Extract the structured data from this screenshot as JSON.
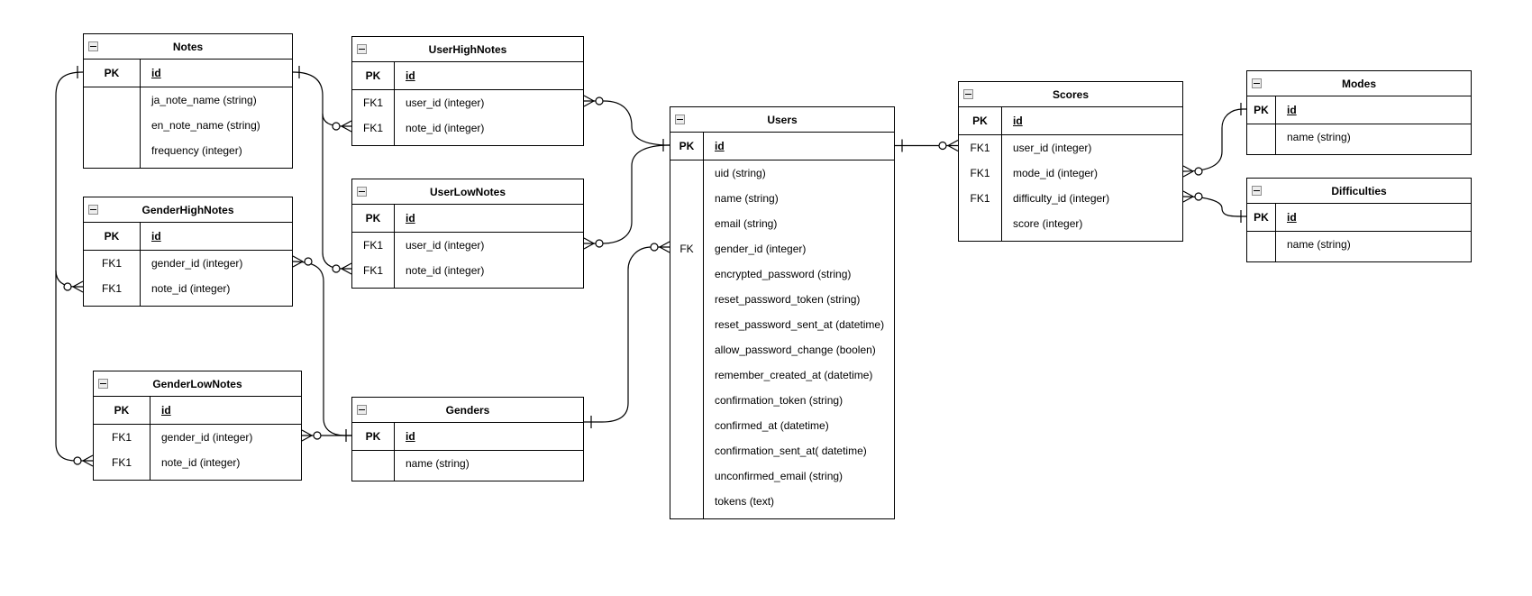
{
  "diagram": {
    "type": "entity-relationship",
    "background_color": "#ffffff",
    "line_color": "#000000",
    "tables": [
      {
        "id": "notes",
        "title": "Notes",
        "rows": [
          {
            "key": "PK",
            "name": "id",
            "is_pk": true
          },
          {
            "key": "",
            "name": "ja_note_name (string)"
          },
          {
            "key": "",
            "name": "en_note_name (string)"
          },
          {
            "key": "",
            "name": "frequency (integer)"
          }
        ]
      },
      {
        "id": "genderhighnotes",
        "title": "GenderHighNotes",
        "rows": [
          {
            "key": "PK",
            "name": "id",
            "is_pk": true
          },
          {
            "key": "FK1",
            "name": "gender_id (integer)"
          },
          {
            "key": "FK1",
            "name": "note_id (integer)"
          }
        ]
      },
      {
        "id": "genderlownotes",
        "title": "GenderLowNotes",
        "rows": [
          {
            "key": "PK",
            "name": "id",
            "is_pk": true
          },
          {
            "key": "FK1",
            "name": "gender_id (integer)"
          },
          {
            "key": "FK1",
            "name": "note_id (integer)"
          }
        ]
      },
      {
        "id": "userhighnotes",
        "title": "UserHighNotes",
        "rows": [
          {
            "key": "PK",
            "name": "id",
            "is_pk": true
          },
          {
            "key": "FK1",
            "name": "user_id (integer)"
          },
          {
            "key": "FK1",
            "name": "note_id (integer)"
          }
        ]
      },
      {
        "id": "userlownotes",
        "title": "UserLowNotes",
        "rows": [
          {
            "key": "PK",
            "name": "id",
            "is_pk": true
          },
          {
            "key": "FK1",
            "name": "user_id (integer)"
          },
          {
            "key": "FK1",
            "name": "note_id (integer)"
          }
        ]
      },
      {
        "id": "genders",
        "title": "Genders",
        "rows": [
          {
            "key": "PK",
            "name": "id",
            "is_pk": true
          },
          {
            "key": "",
            "name": "name (string)"
          }
        ]
      },
      {
        "id": "users",
        "title": "Users",
        "rows": [
          {
            "key": "PK",
            "name": "id",
            "is_pk": true
          },
          {
            "key": "",
            "name": "uid (string)"
          },
          {
            "key": "",
            "name": "name (string)"
          },
          {
            "key": "",
            "name": "email (string)"
          },
          {
            "key": "FK",
            "name": "gender_id (integer)"
          },
          {
            "key": "",
            "name": "encrypted_password (string)"
          },
          {
            "key": "",
            "name": "reset_password_token (string)"
          },
          {
            "key": "",
            "name": "reset_password_sent_at (datetime)"
          },
          {
            "key": "",
            "name": "allow_password_change (boolen)"
          },
          {
            "key": "",
            "name": "remember_created_at (datetime)"
          },
          {
            "key": "",
            "name": "confirmation_token (string)"
          },
          {
            "key": "",
            "name": "confirmed_at (datetime)"
          },
          {
            "key": "",
            "name": "confirmation_sent_at( datetime)"
          },
          {
            "key": "",
            "name": "unconfirmed_email (string)"
          },
          {
            "key": "",
            "name": "tokens (text)"
          }
        ]
      },
      {
        "id": "scores",
        "title": "Scores",
        "rows": [
          {
            "key": "PK",
            "name": "id",
            "is_pk": true
          },
          {
            "key": "FK1",
            "name": "user_id (integer)"
          },
          {
            "key": "FK1",
            "name": "mode_id (integer)"
          },
          {
            "key": "FK1",
            "name": "difficulty_id (integer)"
          },
          {
            "key": "",
            "name": "score (integer)"
          }
        ]
      },
      {
        "id": "modes",
        "title": "Modes",
        "rows": [
          {
            "key": "PK",
            "name": "id",
            "is_pk": true
          },
          {
            "key": "",
            "name": "name (string)"
          }
        ]
      },
      {
        "id": "difficulties",
        "title": "Difficulties",
        "rows": [
          {
            "key": "PK",
            "name": "id",
            "is_pk": true
          },
          {
            "key": "",
            "name": "name (string)"
          }
        ]
      }
    ],
    "relationships": [
      {
        "from": "Notes.id",
        "to": "GenderHighNotes.note_id",
        "from_cardinality": "one",
        "to_cardinality": "zero-or-many"
      },
      {
        "from": "Notes.id",
        "to": "GenderLowNotes.note_id",
        "from_cardinality": "one",
        "to_cardinality": "zero-or-many"
      },
      {
        "from": "Notes.id",
        "to": "UserHighNotes.note_id",
        "from_cardinality": "one",
        "to_cardinality": "zero-or-many"
      },
      {
        "from": "Notes.id",
        "to": "UserLowNotes.note_id",
        "from_cardinality": "one",
        "to_cardinality": "zero-or-many"
      },
      {
        "from": "Users.id",
        "to": "UserHighNotes.user_id",
        "from_cardinality": "one",
        "to_cardinality": "zero-or-many"
      },
      {
        "from": "Users.id",
        "to": "UserLowNotes.user_id",
        "from_cardinality": "one",
        "to_cardinality": "zero-or-many"
      },
      {
        "from": "Users.id",
        "to": "Scores.user_id",
        "from_cardinality": "one",
        "to_cardinality": "zero-or-many"
      },
      {
        "from": "Genders.id",
        "to": "Users.gender_id",
        "from_cardinality": "one",
        "to_cardinality": "zero-or-many"
      },
      {
        "from": "Genders.id",
        "to": "GenderHighNotes.gender_id",
        "from_cardinality": "one",
        "to_cardinality": "zero-or-many"
      },
      {
        "from": "Genders.id",
        "to": "GenderLowNotes.gender_id",
        "from_cardinality": "one",
        "to_cardinality": "zero-or-many"
      },
      {
        "from": "Modes.id",
        "to": "Scores.mode_id",
        "from_cardinality": "one",
        "to_cardinality": "zero-or-many"
      },
      {
        "from": "Difficulties.id",
        "to": "Scores.difficulty_id",
        "from_cardinality": "one",
        "to_cardinality": "zero-or-many"
      }
    ]
  }
}
